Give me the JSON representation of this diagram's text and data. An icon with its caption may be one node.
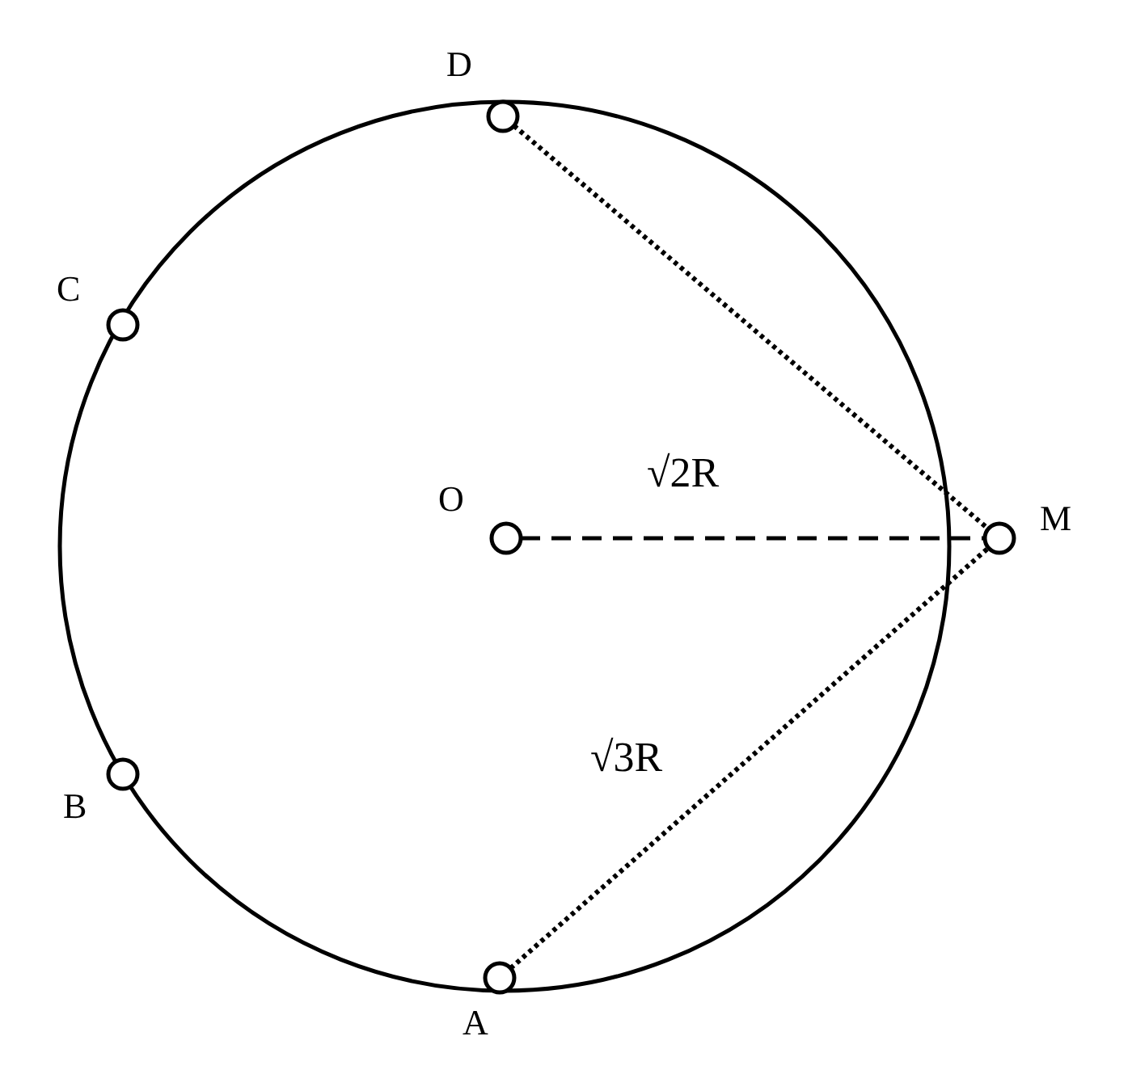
{
  "diagram": {
    "nodes": [
      {
        "text": [
          "D"
        ]
      },
      {
        "text": [
          "C"
        ]
      },
      {
        "text": [
          "O"
        ]
      },
      {
        "text": [
          "M"
        ]
      },
      {
        "text": [
          "B"
        ]
      },
      {
        "text": [
          "A"
        ]
      }
    ],
    "edges": [
      {
        "from": 0,
        "to": 3,
        "arrow": "none"
      },
      {
        "from": 2,
        "to": 3,
        "arrow": "none",
        "label": "√2R",
        "style": "dashed"
      },
      {
        "from": 5,
        "to": 3,
        "arrow": "none",
        "label": "√3R"
      }
    ]
  }
}
